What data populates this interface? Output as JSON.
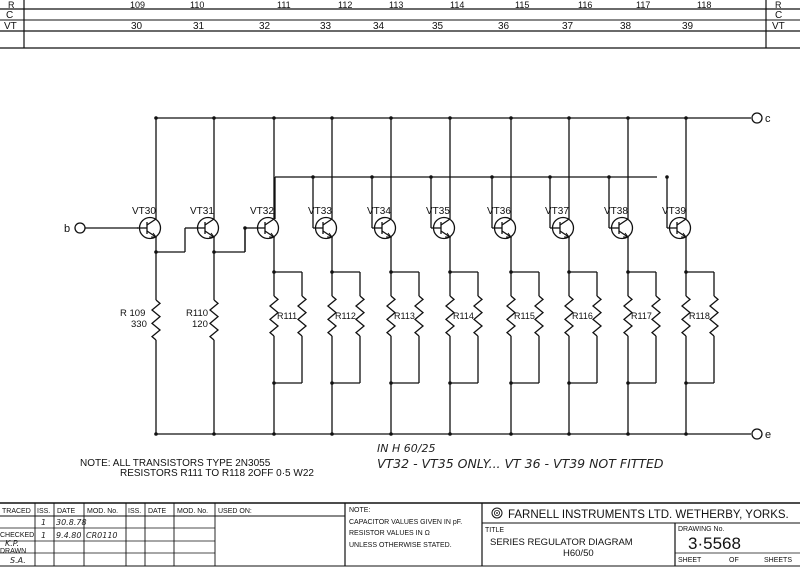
{
  "grid": {
    "row_labels": [
      "R",
      "C",
      "VT"
    ],
    "resistor_numbers": [
      "109",
      "110",
      "111",
      "112",
      "113",
      "114",
      "115",
      "116",
      "117",
      "118"
    ],
    "transistor_numbers": [
      "30",
      "31",
      "32",
      "33",
      "34",
      "35",
      "36",
      "37",
      "38",
      "39"
    ]
  },
  "schematic": {
    "terminal_b": "b",
    "terminal_c": "c",
    "terminal_e": "e",
    "transistors": [
      "VT30",
      "VT31",
      "VT32",
      "VT33",
      "VT34",
      "VT35",
      "VT36",
      "VT37",
      "VT38",
      "VT39"
    ],
    "r109_label": "R 109",
    "r109_value": "330",
    "r110_label": "R110",
    "r110_value": "120",
    "resistors_right": [
      "R111",
      "R112",
      "R113",
      "R114",
      "R115",
      "R116",
      "R117",
      "R118"
    ]
  },
  "notes": {
    "line1": "NOTE:  ALL  TRANSISTORS  TYPE  2N3055",
    "line2": "RESISTORS  R111  TO  R118  2OFF  0·5  W22",
    "handwritten1": "IN H 60/25",
    "handwritten2": "VT32 - VT35 ONLY... VT 36 - VT39 NOT FITTED"
  },
  "title_block": {
    "headers": {
      "traced": "TRACED",
      "iss": "ISS.",
      "date": "DATE",
      "mod_no": "MOD. No.",
      "iss2": "ISS.",
      "date2": "DATE",
      "mod_no2": "MOD. No.",
      "used_on": "USED ON:"
    },
    "checked_label": "CHECKED",
    "checked_by": "K.P.",
    "drawn_label": "DRAWN",
    "drawn_by": "S.A.",
    "revisions": [
      {
        "iss": "1",
        "date": "30.8.78",
        "mod": ""
      },
      {
        "iss": "1",
        "date": "9.4.80",
        "mod": "CR0110"
      }
    ],
    "note_heading": "NOTE:",
    "note_lines": [
      "CAPACITOR VALUES  GIVEN IN pF.",
      "RESISTOR VALUES IN Ω",
      "UNLESS OTHERWISE STATED."
    ],
    "company": "FARNELL  INSTRUMENTS  LTD.  WETHERBY,  YORKS.",
    "title_label": "TITLE",
    "title_line1": "SERIES REGULATOR DIAGRAM",
    "title_line2": "H60/50",
    "drawing_no_label": "DRAWING No.",
    "drawing_no": "3·5568",
    "sheet_label": "SHEET",
    "of_label": "OF",
    "sheets_label": "SHEETS"
  }
}
